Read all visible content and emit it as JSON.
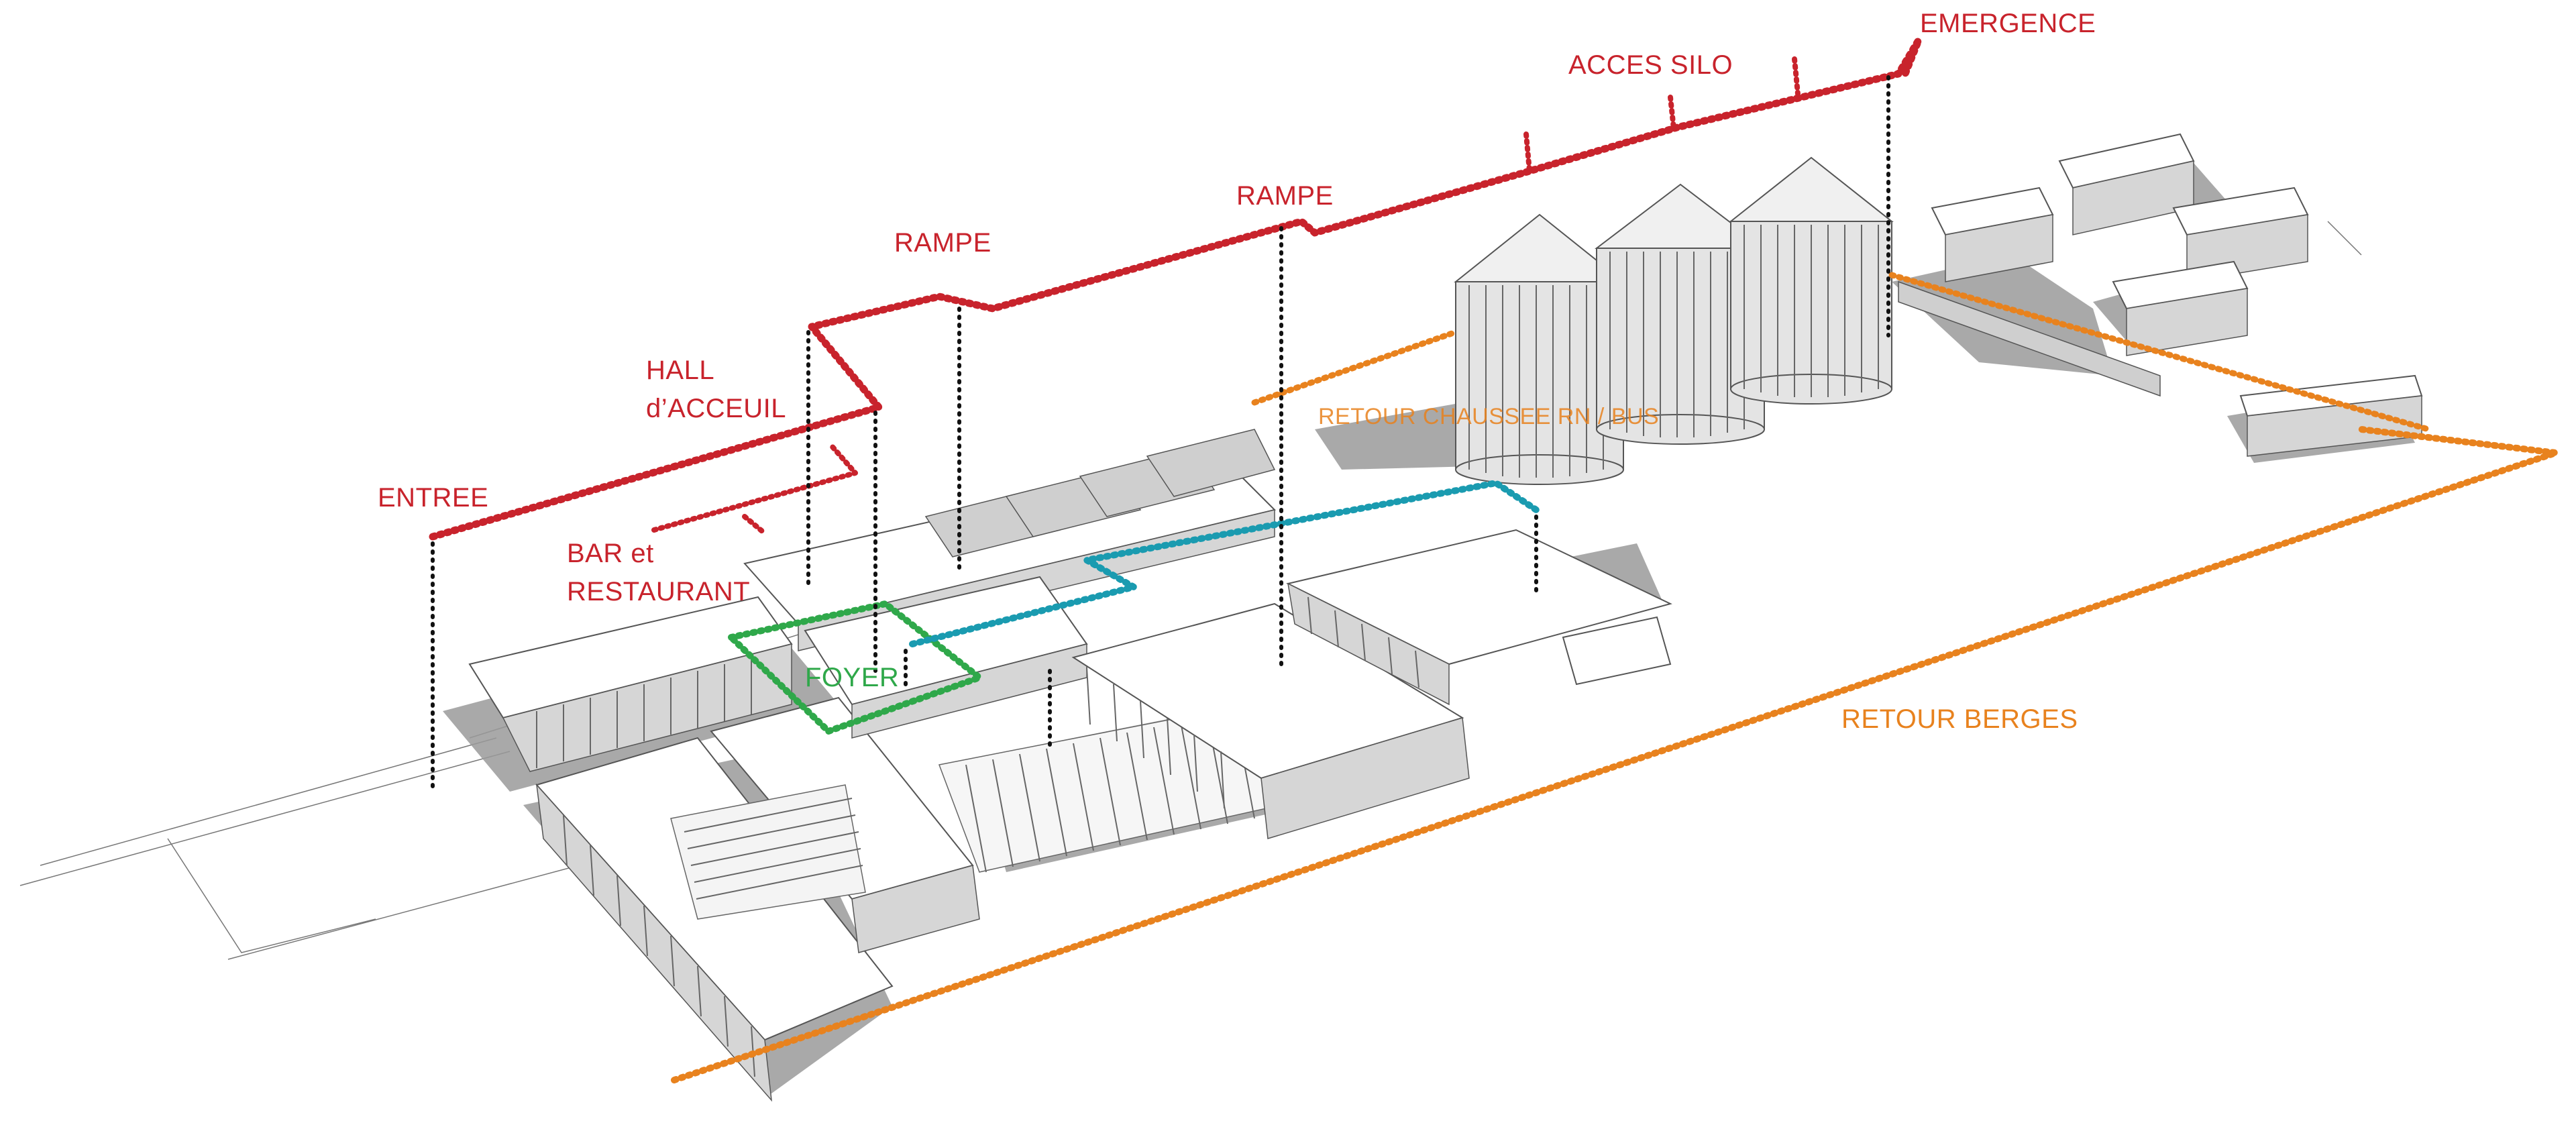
{
  "labels": {
    "emergence": "EMERGENCE",
    "acces_silo": "ACCES SILO",
    "rampe_right": "RAMPE",
    "rampe_left": "RAMPE",
    "hall_line1": "HALL",
    "hall_line2": "d’ACCEUIL",
    "entree": "ENTREE",
    "bar_line1": "BAR et",
    "bar_line2": "RESTAURANT",
    "foyer": "FOYER",
    "retour_chaussee": "RETOUR CHAUSSEE RN / BUS",
    "retour_berges": "RETOUR BERGES"
  },
  "colors": {
    "main_route": "#c8232c",
    "foyer_loop": "#2fa84a",
    "upper_loop": "#1a9bb0",
    "return_routes": "#e8821e",
    "drop_lines": "#111111",
    "building_shadow": "#9a9a9a"
  }
}
